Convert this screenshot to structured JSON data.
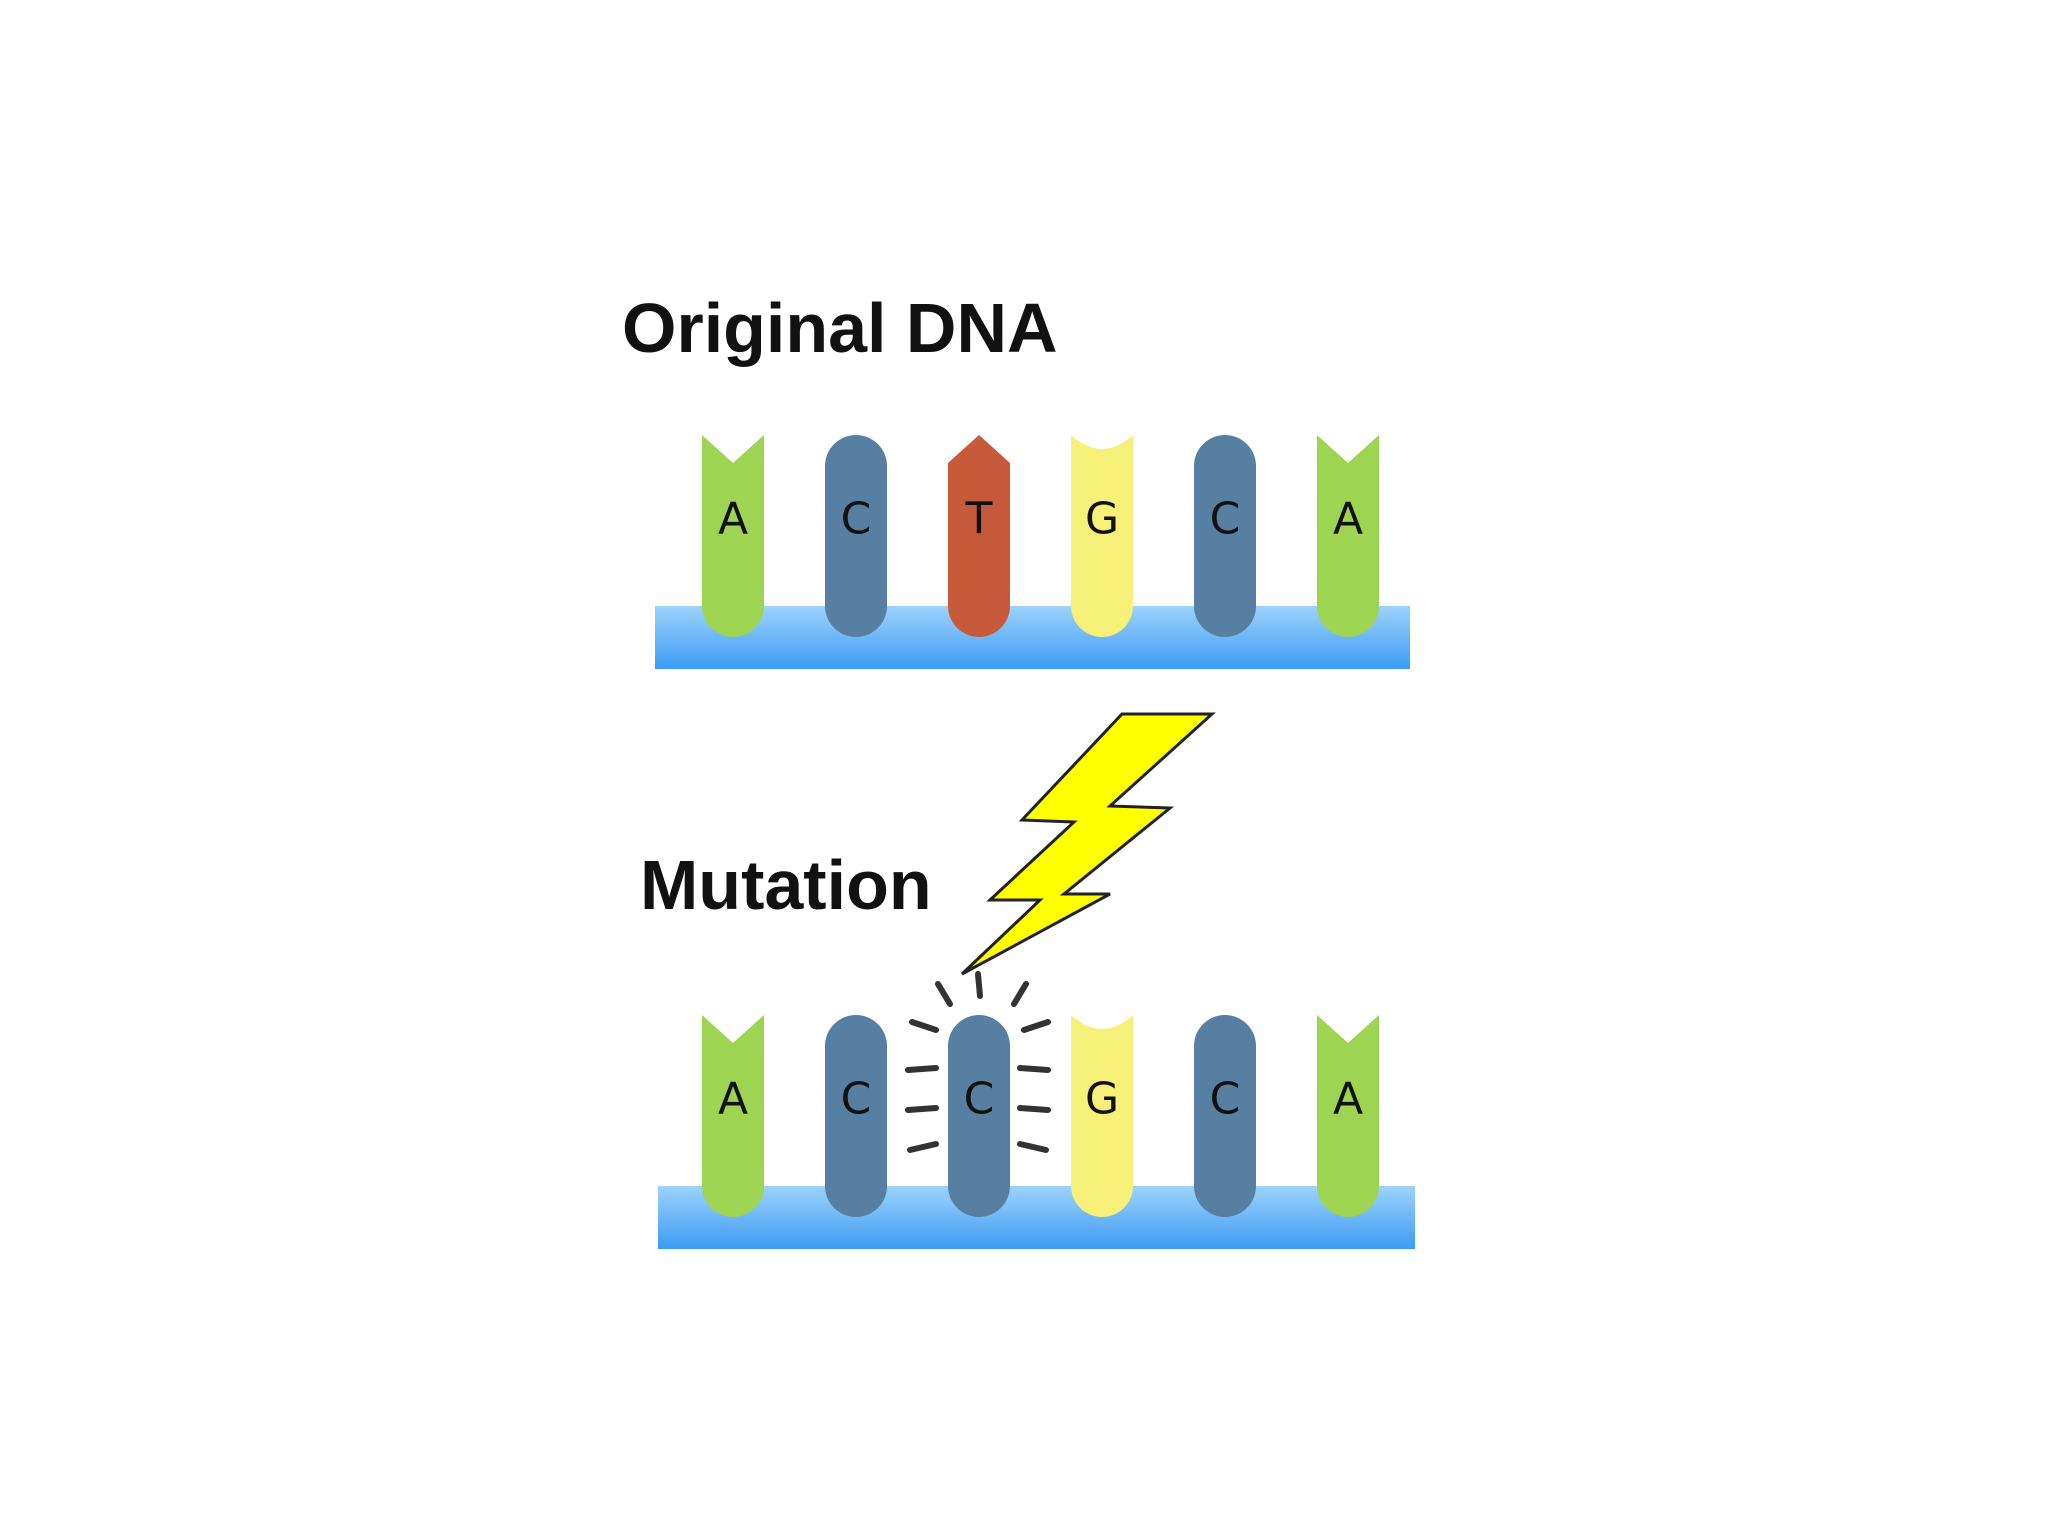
{
  "titles": {
    "original": "Original DNA",
    "mutation": "Mutation"
  },
  "strands": {
    "original": {
      "bases": [
        {
          "letter": "A",
          "shape": "notch"
        },
        {
          "letter": "C",
          "shape": "round"
        },
        {
          "letter": "T",
          "shape": "point"
        },
        {
          "letter": "G",
          "shape": "cup"
        },
        {
          "letter": "C",
          "shape": "round"
        },
        {
          "letter": "A",
          "shape": "notch"
        }
      ]
    },
    "mutated": {
      "mutated_index": 2,
      "bases": [
        {
          "letter": "A",
          "shape": "notch"
        },
        {
          "letter": "C",
          "shape": "round"
        },
        {
          "letter": "C",
          "shape": "round"
        },
        {
          "letter": "G",
          "shape": "cup"
        },
        {
          "letter": "C",
          "shape": "round"
        },
        {
          "letter": "A",
          "shape": "notch"
        }
      ]
    }
  },
  "colors": {
    "A": "#9dd452",
    "C": "#567fa2",
    "T": "#c85a3c",
    "G": "#f6ef78",
    "backbone_top": "#9ed2fb",
    "backbone_bottom": "#3c9cf3",
    "lightning": "#ffff00"
  },
  "icons": {
    "lightning": "lightning-bolt-icon",
    "burst": "mutation-burst-icon"
  }
}
